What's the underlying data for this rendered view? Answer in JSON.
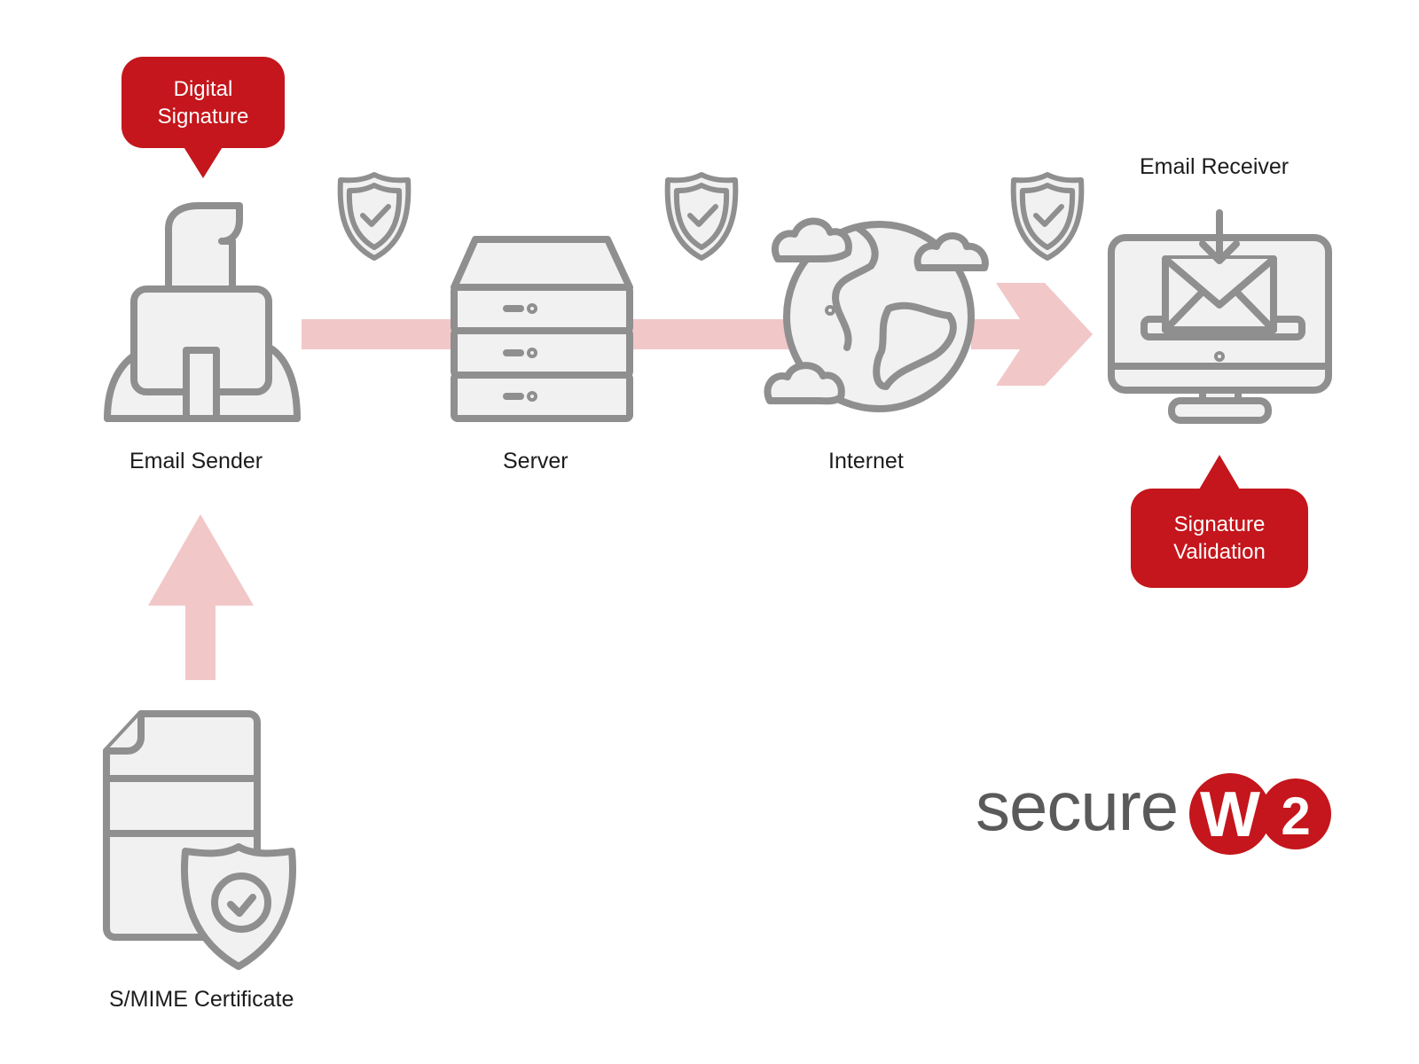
{
  "nodes": {
    "email_sender": "Email Sender",
    "server": "Server",
    "internet": "Internet",
    "email_receiver": "Email Receiver",
    "smime_certificate": "S/MIME Certificate"
  },
  "callouts": {
    "digital_signature": [
      "Digital",
      "Signature"
    ],
    "signature_validation": [
      "Signature",
      "Validation"
    ]
  },
  "logo": {
    "text": "secure",
    "w_letter": "W",
    "two_letter": "2"
  },
  "icons": {
    "shields": [
      "shield-check-icon",
      "shield-check-icon",
      "shield-check-icon"
    ],
    "sender": "person-at-computer-icon",
    "server": "server-rack-icon",
    "internet": "globe-clouds-icon",
    "receiver": "monitor-email-download-icon",
    "certificate": "certificate-shield-icon"
  },
  "colors": {
    "accent_red": "#c4161c",
    "arrow_pink": "#f2c7c8",
    "icon_gray": "#8f8f8f",
    "icon_fill": "#f1f1f1"
  }
}
